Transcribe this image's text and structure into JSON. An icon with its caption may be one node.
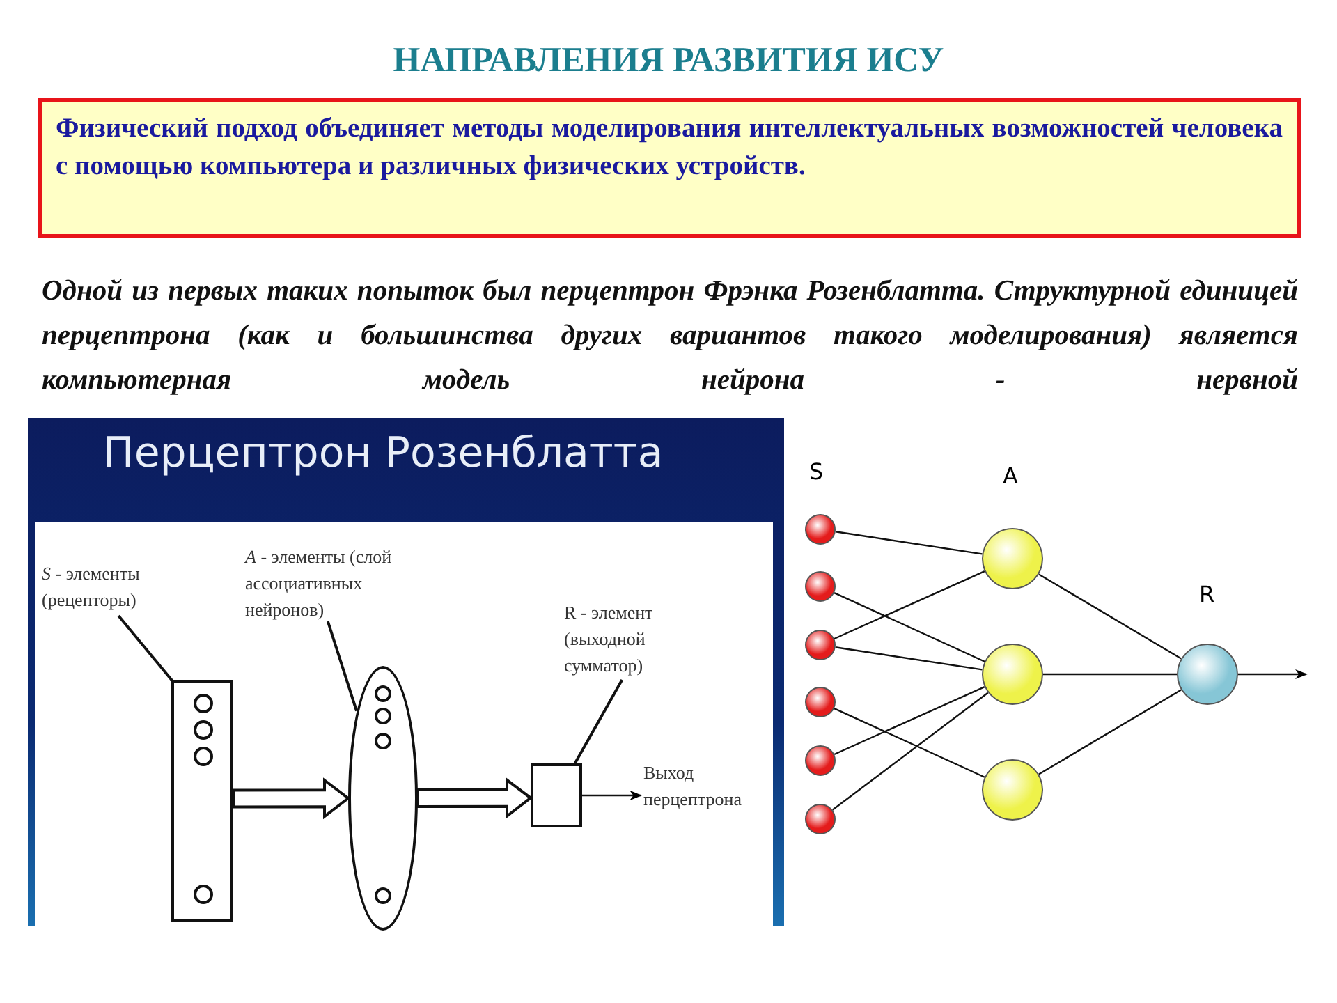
{
  "diagram": {
    "title": "НАПРАВЛЕНИЯ РАЗВИТИЯ ИСУ",
    "nodes": [
      {
        "text": [
          "**Физический подход** объединяет методы моделирования интеллектуальных возможностей человека с помощью компьютера и различных физических устройств."
        ]
      },
      {
        "text": [
          "*S* - элементы (рецепторы)"
        ]
      },
      {
        "text": [],
        "shape": "box"
      },
      {
        "text": [
          "*A* - элементы (слой ассоциативных нейронов)"
        ]
      },
      {
        "text": [],
        "shape": "ellipse"
      },
      {
        "text": [
          "R - элемент (выходной сумматор)"
        ]
      },
      {
        "text": [],
        "shape": "box"
      },
      {
        "text": [
          "Выход перцептрона"
        ]
      },
      {
        "text": [],
        "shape": "circle",
        "beside": [
          "S"
        ]
      },
      {
        "text": [],
        "shape": "circle"
      },
      {
        "text": [],
        "shape": "circle"
      },
      {
        "text": [],
        "shape": "circle"
      },
      {
        "text": [],
        "shape": "circle"
      },
      {
        "text": [],
        "shape": "circle"
      },
      {
        "text": [],
        "shape": "circle",
        "beside": [
          "A"
        ]
      },
      {
        "text": [],
        "shape": "circle"
      },
      {
        "text": [],
        "shape": "circle"
      },
      {
        "text": [],
        "shape": "circle",
        "beside": [
          "R"
        ]
      }
    ],
    "edges": [
      {
        "from": 1,
        "to": 2,
        "arrow": "none"
      },
      {
        "from": 3,
        "to": 4,
        "arrow": "none"
      },
      {
        "from": 5,
        "to": 6,
        "arrow": "none"
      },
      {
        "from": 2,
        "to": 4,
        "arrow": "to",
        "style": "thick"
      },
      {
        "from": 4,
        "to": 6,
        "arrow": "to",
        "style": "thick"
      },
      {
        "from": 6,
        "to": 7,
        "arrow": "to"
      },
      {
        "from": 8,
        "to": 14,
        "arrow": "none"
      },
      {
        "from": 9,
        "to": 15,
        "arrow": "none"
      },
      {
        "from": 10,
        "to": 14,
        "arrow": "none"
      },
      {
        "from": 10,
        "to": 15,
        "arrow": "none"
      },
      {
        "from": 11,
        "to": 16,
        "arrow": "none"
      },
      {
        "from": 12,
        "to": 15,
        "arrow": "none"
      },
      {
        "from": 13,
        "to": 15,
        "arrow": "none"
      },
      {
        "from": 14,
        "to": 17,
        "arrow": "none"
      },
      {
        "from": 15,
        "to": 17,
        "arrow": "none"
      },
      {
        "from": 16,
        "to": 17,
        "arrow": "none"
      },
      {
        "from": 17,
        "to": null,
        "arrow": "to"
      }
    ],
    "labels": [
      "Одной из первых таких попыток был перцептрон Фрэнка Розенблатта. Структурной единицей перцептрона (как и большинства других вариантов такого моделирования) является **компьютерная модель нейрона** - нервной",
      "Перцептрон Розенблатта"
    ]
  }
}
